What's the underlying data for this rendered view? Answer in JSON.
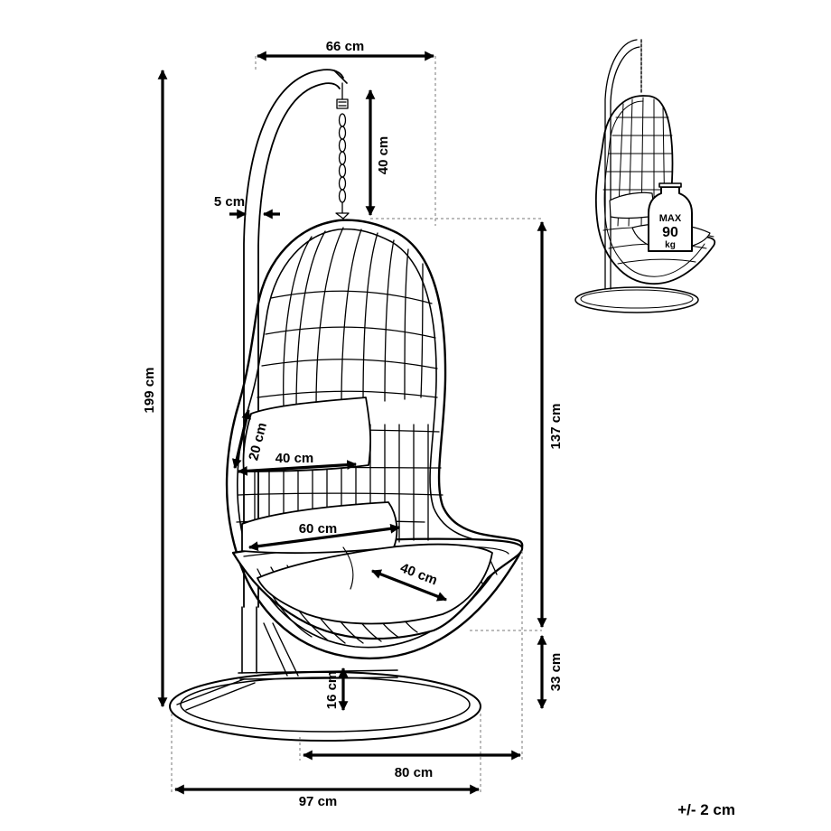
{
  "dimensions": {
    "top_width": "66 cm",
    "chain_length": "40 cm",
    "pole_thickness": "5 cm",
    "total_height": "199 cm",
    "basket_height": "137 cm",
    "pillow_height": "20 cm",
    "pillow_width": "40 cm",
    "seat_width": "60 cm",
    "cushion_depth": "40 cm",
    "floor_clearance": "33 cm",
    "base_height": "16 cm",
    "base_depth": "80 cm",
    "base_width": "97 cm"
  },
  "tolerance": "+/- 2 cm",
  "badge": {
    "line1": "MAX",
    "line2": "90",
    "line3": "kg"
  }
}
